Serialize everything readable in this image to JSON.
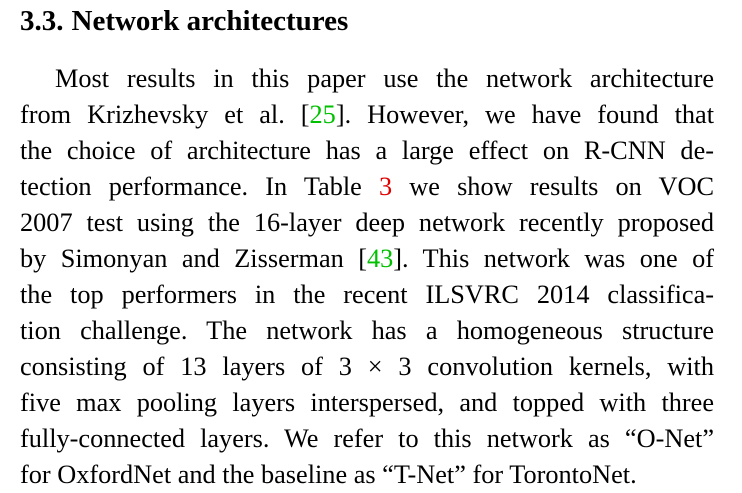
{
  "section": {
    "number": "3.3.",
    "title": "Network architectures"
  },
  "paragraph": {
    "lines": [
      {
        "segments": [
          {
            "text": "Most results in this paper use the network architecture"
          }
        ]
      },
      {
        "segments": [
          {
            "text": "from Krizhevsky et al. "
          },
          {
            "text": "[",
            "kind": "plain"
          },
          {
            "text": "25",
            "kind": "cite"
          },
          {
            "text": "]. However, we have found that"
          }
        ]
      },
      {
        "segments": [
          {
            "text": "the choice of architecture has a large effect on R-CNN de-"
          }
        ]
      },
      {
        "segments": [
          {
            "text": "tection performance. In Table "
          },
          {
            "text": "3",
            "kind": "ref"
          },
          {
            "text": " we show results on VOC"
          }
        ]
      },
      {
        "segments": [
          {
            "text": "2007 test using the 16-layer deep network recently proposed"
          }
        ]
      },
      {
        "segments": [
          {
            "text": "by Simonyan and Zisserman ["
          },
          {
            "text": "43",
            "kind": "cite"
          },
          {
            "text": "]. This network was one of"
          }
        ]
      },
      {
        "segments": [
          {
            "text": "the top performers in the recent ILSVRC 2014 classifica-"
          }
        ]
      },
      {
        "segments": [
          {
            "text": "tion challenge. The network has a homogeneous structure"
          }
        ]
      },
      {
        "segments": [
          {
            "text": "consisting of 13 layers of 3 × 3 convolution kernels, with"
          }
        ]
      },
      {
        "segments": [
          {
            "text": "five max pooling layers interspersed, and topped with three"
          }
        ]
      },
      {
        "segments": [
          {
            "text": "fully-connected layers. We refer to this network as “O-Net”"
          }
        ]
      },
      {
        "segments": [
          {
            "text": "for OxfordNet and the baseline as “T-Net” for TorontoNet."
          }
        ]
      }
    ]
  },
  "colors": {
    "citation": "#00c000",
    "reference": "#e00000",
    "text": "#000000"
  }
}
